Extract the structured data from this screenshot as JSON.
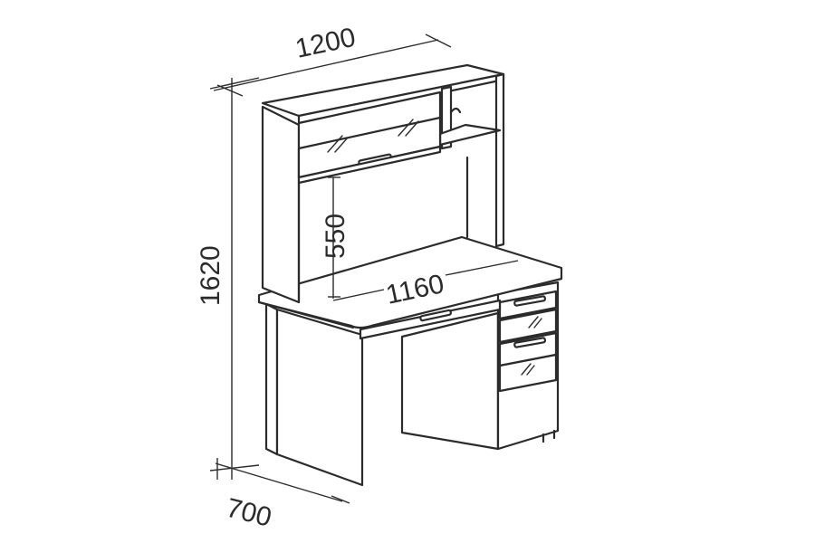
{
  "dimensions": {
    "width": "1200",
    "height": "1620",
    "depth": "700",
    "inner_width": "1160",
    "inner_height": "550"
  }
}
